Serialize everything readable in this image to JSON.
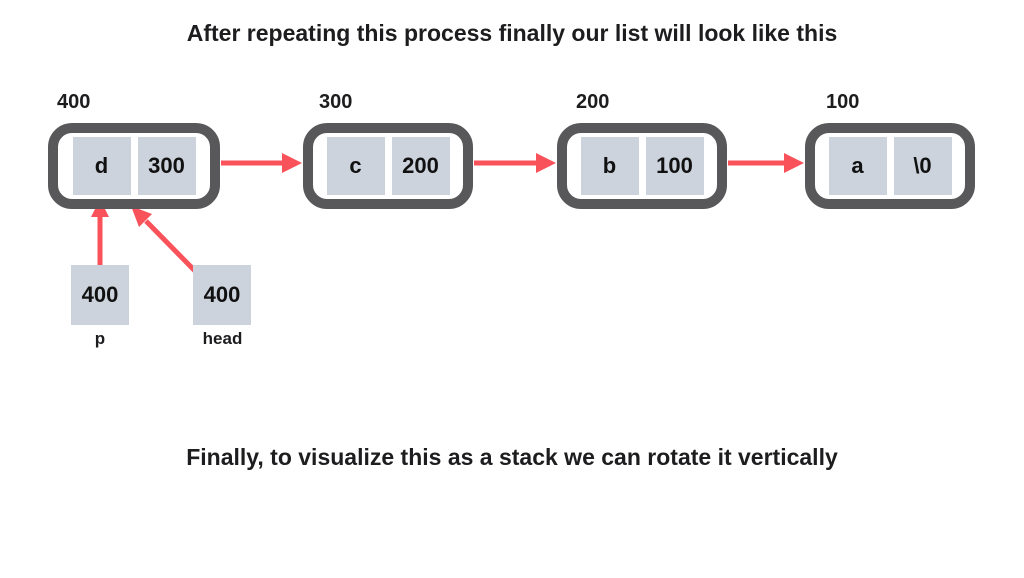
{
  "page": {
    "title": "After repeating this process finally our list will look like this",
    "footer": "Finally, to visualize this as a stack we can rotate it vertically"
  },
  "linked_list": {
    "nodes": [
      {
        "address": "400",
        "data": "d",
        "next": "300"
      },
      {
        "address": "300",
        "data": "c",
        "next": "200"
      },
      {
        "address": "200",
        "data": "b",
        "next": "100"
      },
      {
        "address": "100",
        "data": "a",
        "next": "\\0"
      }
    ],
    "pointers": [
      {
        "label": "p",
        "value": "400"
      },
      {
        "label": "head",
        "value": "400"
      }
    ]
  },
  "colors": {
    "arrow": "#f9525a",
    "node_border": "#58585a",
    "cell_fill": "#ccd3dc",
    "text": "#1d1d1f"
  }
}
